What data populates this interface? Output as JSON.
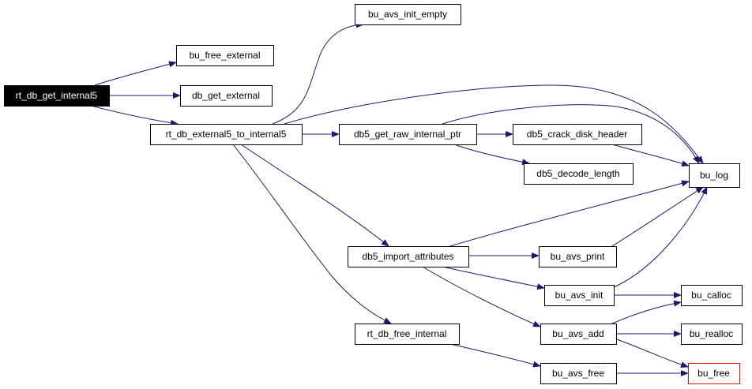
{
  "nodes": {
    "rt_db_get_internal5": "rt_db_get_internal5",
    "bu_free_external": "bu_free_external",
    "db_get_external": "db_get_external",
    "rt_db_external5_to_internal5": "rt_db_external5_to_internal5",
    "bu_avs_init_empty": "bu_avs_init_empty",
    "db5_get_raw_internal_ptr": "db5_get_raw_internal_ptr",
    "db5_import_attributes": "db5_import_attributes",
    "rt_db_free_internal": "rt_db_free_internal",
    "bu_log": "bu_log",
    "db5_crack_disk_header": "db5_crack_disk_header",
    "db5_decode_length": "db5_decode_length",
    "bu_avs_print": "bu_avs_print",
    "bu_avs_init": "bu_avs_init",
    "bu_avs_add": "bu_avs_add",
    "bu_avs_free": "bu_avs_free",
    "bu_calloc": "bu_calloc",
    "bu_realloc": "bu_realloc",
    "bu_free": "bu_free"
  },
  "edges": [
    [
      "rt_db_get_internal5",
      "bu_free_external"
    ],
    [
      "rt_db_get_internal5",
      "db_get_external"
    ],
    [
      "rt_db_get_internal5",
      "rt_db_external5_to_internal5"
    ],
    [
      "rt_db_external5_to_internal5",
      "bu_avs_init_empty"
    ],
    [
      "rt_db_external5_to_internal5",
      "bu_log"
    ],
    [
      "rt_db_external5_to_internal5",
      "db5_get_raw_internal_ptr"
    ],
    [
      "rt_db_external5_to_internal5",
      "db5_import_attributes"
    ],
    [
      "rt_db_external5_to_internal5",
      "rt_db_free_internal"
    ],
    [
      "db5_get_raw_internal_ptr",
      "bu_log"
    ],
    [
      "db5_get_raw_internal_ptr",
      "db5_crack_disk_header"
    ],
    [
      "db5_get_raw_internal_ptr",
      "db5_decode_length"
    ],
    [
      "db5_crack_disk_header",
      "bu_log"
    ],
    [
      "db5_import_attributes",
      "bu_log"
    ],
    [
      "db5_import_attributes",
      "bu_avs_print"
    ],
    [
      "db5_import_attributes",
      "bu_avs_init"
    ],
    [
      "db5_import_attributes",
      "bu_avs_add"
    ],
    [
      "bu_avs_print",
      "bu_log"
    ],
    [
      "bu_avs_init",
      "bu_log"
    ],
    [
      "bu_avs_init",
      "bu_calloc"
    ],
    [
      "bu_avs_add",
      "bu_calloc"
    ],
    [
      "bu_avs_add",
      "bu_realloc"
    ],
    [
      "bu_avs_add",
      "bu_free"
    ],
    [
      "rt_db_free_internal",
      "bu_avs_free"
    ],
    [
      "bu_avs_free",
      "bu_free"
    ]
  ],
  "colors": {
    "edge": "#191970",
    "root_fill": "#000000",
    "root_text": "#ffffff",
    "node_border": "#000000",
    "truncated_node_border": "#ff0000"
  }
}
